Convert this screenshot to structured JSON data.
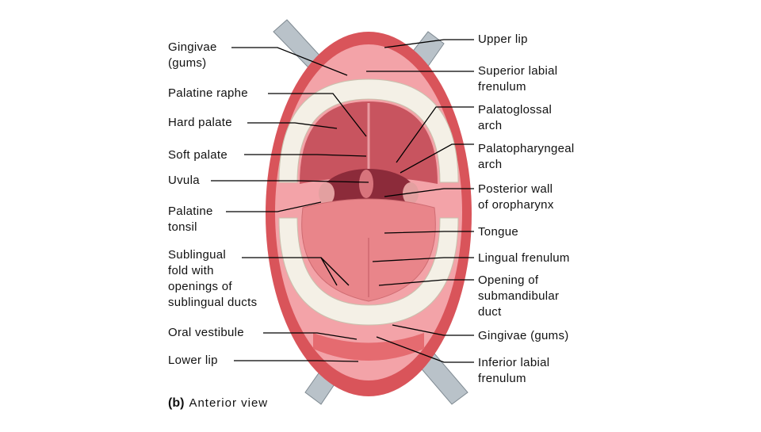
{
  "labels_left": [
    {
      "id": "gingivae-upper",
      "text": "Gingivae\n(gums)"
    },
    {
      "id": "palatine-raphe",
      "text": "Palatine raphe"
    },
    {
      "id": "hard-palate",
      "text": "Hard palate"
    },
    {
      "id": "soft-palate",
      "text": "Soft palate"
    },
    {
      "id": "uvula",
      "text": "Uvula"
    },
    {
      "id": "palatine-tonsil",
      "text": "Palatine\ntonsil"
    },
    {
      "id": "sublingual-fold",
      "text": "Sublingual\nfold with\nopenings of\nsublingual ducts"
    },
    {
      "id": "oral-vestibule",
      "text": "Oral vestibule"
    },
    {
      "id": "lower-lip",
      "text": "Lower lip"
    }
  ],
  "labels_right": [
    {
      "id": "upper-lip",
      "text": "Upper lip"
    },
    {
      "id": "superior-labial-frenulum",
      "text": "Superior labial\nfrenulum"
    },
    {
      "id": "palatoglossal-arch",
      "text": "Palatoglossal\narch"
    },
    {
      "id": "palatopharyngeal-arch",
      "text": "Palatopharyngeal\narch"
    },
    {
      "id": "posterior-wall",
      "text": "Posterior wall\nof oropharynx"
    },
    {
      "id": "tongue",
      "text": "Tongue"
    },
    {
      "id": "lingual-frenulum",
      "text": "Lingual frenulum"
    },
    {
      "id": "opening-submandibular",
      "text": "Opening of\nsubmandibular\nduct"
    },
    {
      "id": "gingivae-lower",
      "text": "Gingivae (gums)"
    },
    {
      "id": "inferior-labial-frenulum",
      "text": "Inferior labial\nfrenulum"
    }
  ],
  "caption": {
    "part": "(b)",
    "text": "Anterior view"
  },
  "colors": {
    "lip": "#d9545a",
    "gum": "#f3a3a8",
    "palate": "#c8545f",
    "tongue": "#e9858a",
    "teeth": "#f4f0e6",
    "throat": "#8c2b3a",
    "retractor": "#b9c2c9"
  }
}
